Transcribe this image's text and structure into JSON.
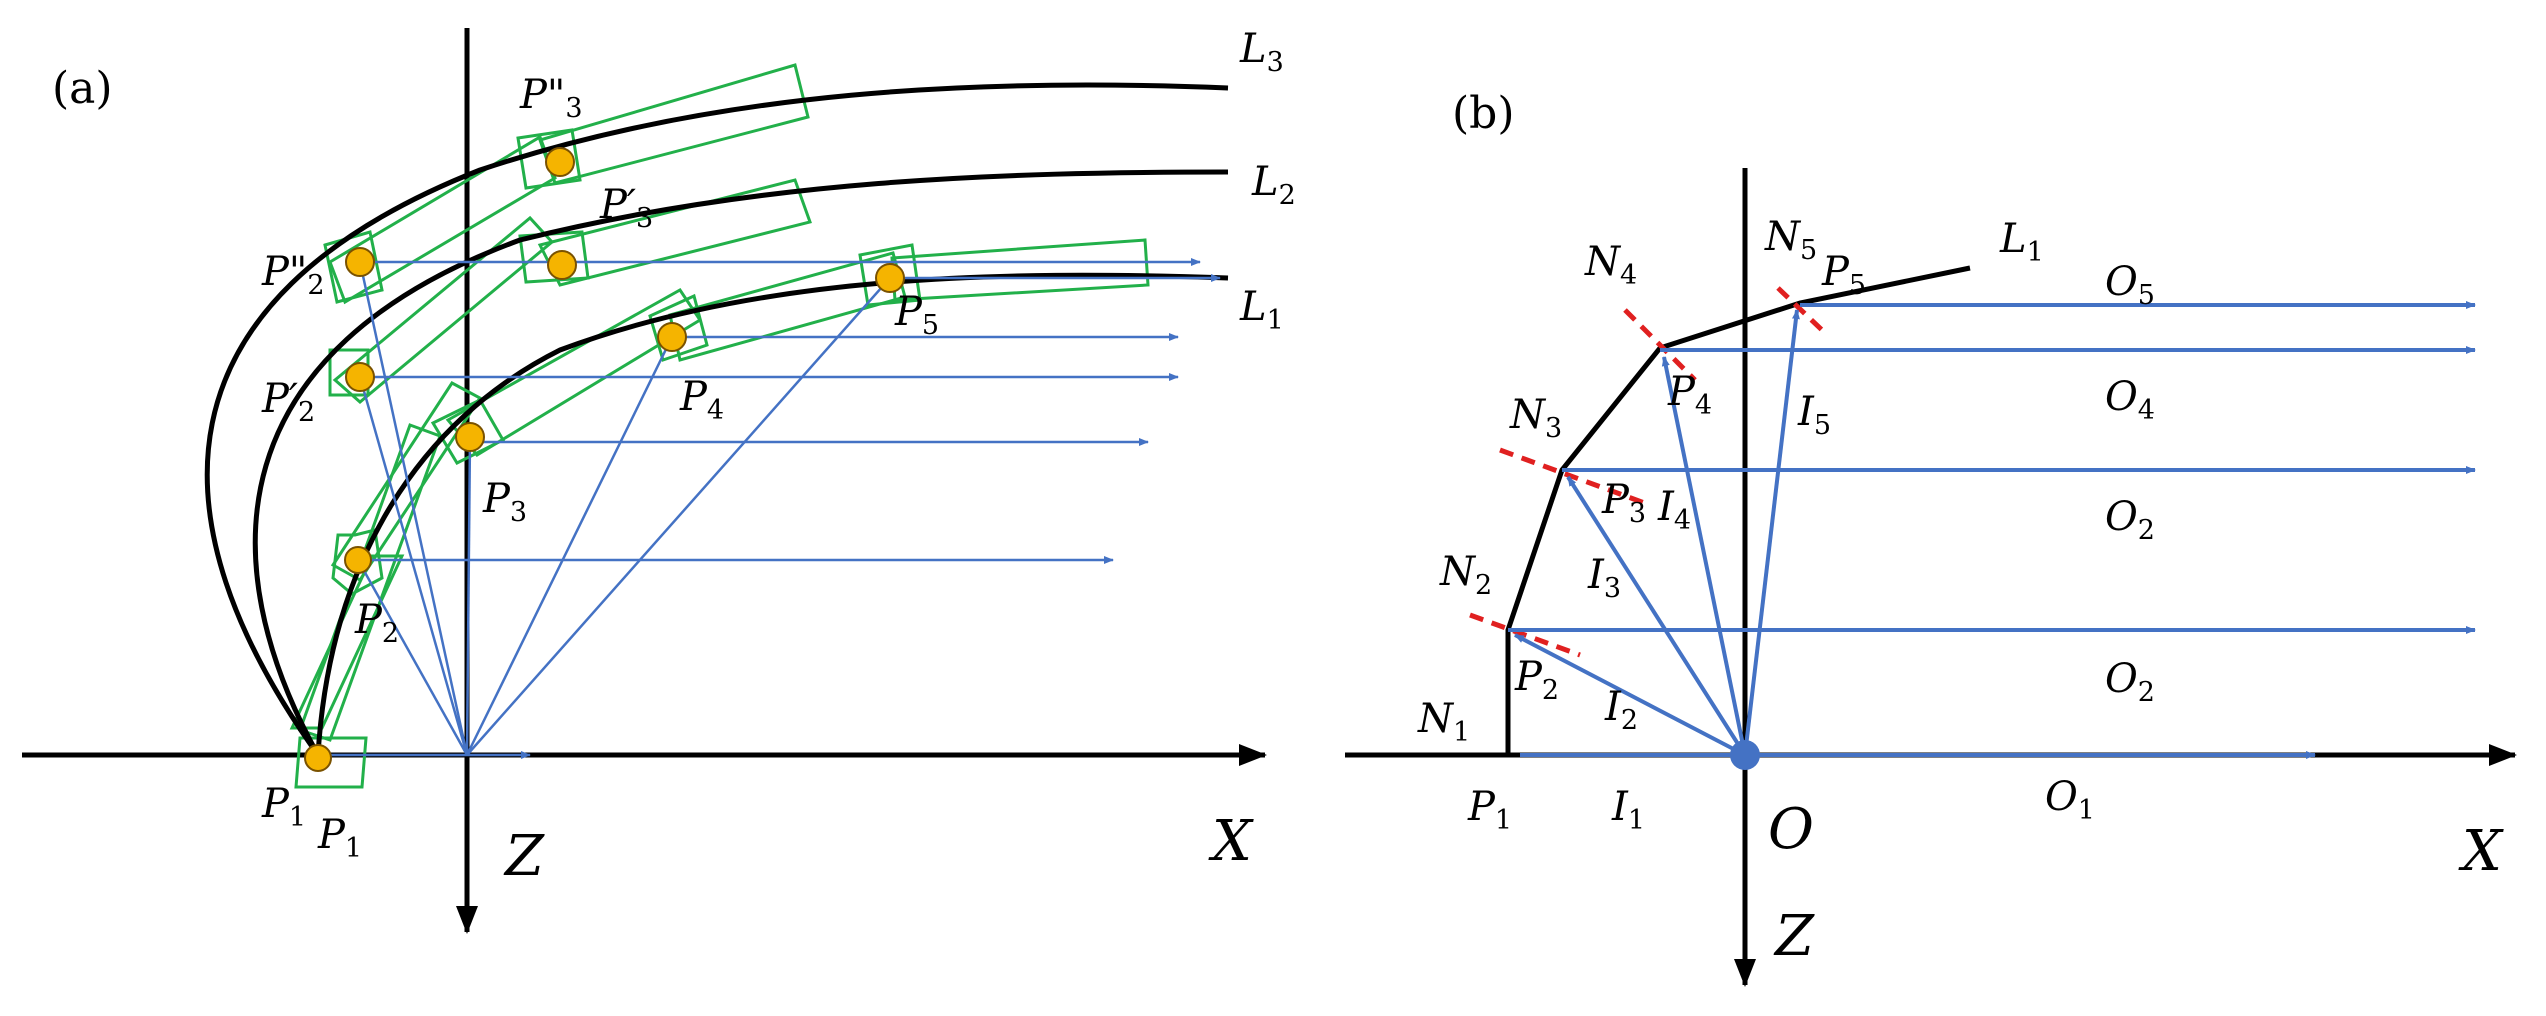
{
  "colors": {
    "curve": "#000000",
    "ray": "#4472c4",
    "box": "#22b04a",
    "point": "#f5b400",
    "normal": "#e02020"
  },
  "panel_a": {
    "tag": "(a)",
    "axis_x": "X",
    "axis_z": "Z",
    "curves": [
      {
        "name": "L",
        "sub": "3"
      },
      {
        "name": "L",
        "sub": "2"
      },
      {
        "name": "L",
        "sub": "1"
      }
    ],
    "points": [
      {
        "name": "P",
        "sub": "1"
      },
      {
        "name": "P",
        "sub": "1"
      },
      {
        "name": "P",
        "sub": "2"
      },
      {
        "name": "P",
        "sub": "3"
      },
      {
        "name": "P",
        "sub": "4"
      },
      {
        "name": "P",
        "sub": "5"
      },
      {
        "name": "P′",
        "sub": "2"
      },
      {
        "name": "P′",
        "sub": "3"
      },
      {
        "name": "P\"",
        "sub": "2"
      },
      {
        "name": "P\"",
        "sub": "3"
      }
    ]
  },
  "panel_b": {
    "tag": "(b)",
    "axis_x": "X",
    "axis_z": "Z",
    "origin": "O",
    "curve": {
      "name": "L",
      "sub": "1"
    },
    "points": [
      {
        "name": "P",
        "sub": "1"
      },
      {
        "name": "P",
        "sub": "2"
      },
      {
        "name": "P",
        "sub": "3"
      },
      {
        "name": "P",
        "sub": "4"
      },
      {
        "name": "P",
        "sub": "5"
      }
    ],
    "normals": [
      {
        "name": "N",
        "sub": "1"
      },
      {
        "name": "N",
        "sub": "2"
      },
      {
        "name": "N",
        "sub": "3"
      },
      {
        "name": "N",
        "sub": "4"
      },
      {
        "name": "N",
        "sub": "5"
      }
    ],
    "incident": [
      {
        "name": "I",
        "sub": "1"
      },
      {
        "name": "I",
        "sub": "2"
      },
      {
        "name": "I",
        "sub": "3"
      },
      {
        "name": "I",
        "sub": "4"
      },
      {
        "name": "I",
        "sub": "5"
      }
    ],
    "outgoing": [
      {
        "name": "O",
        "sub": "1"
      },
      {
        "name": "O",
        "sub": "2"
      },
      {
        "name": "O",
        "sub": "2"
      },
      {
        "name": "O",
        "sub": "4"
      },
      {
        "name": "O",
        "sub": "5"
      }
    ]
  }
}
